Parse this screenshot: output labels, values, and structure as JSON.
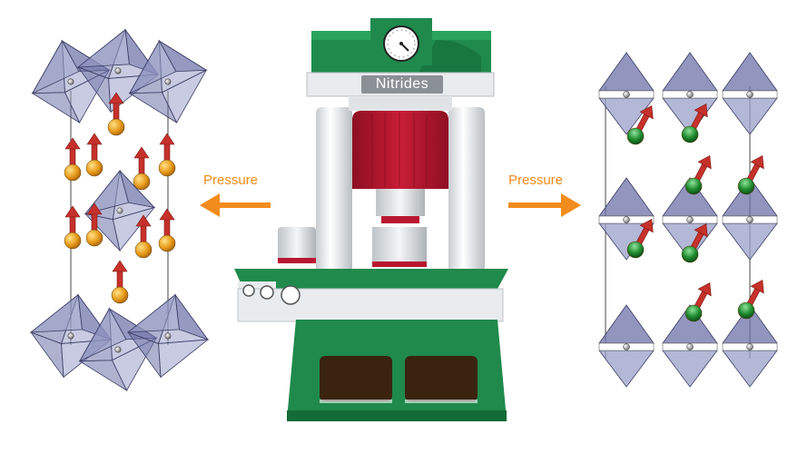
{
  "press": {
    "label": "Nitrides"
  },
  "arrows": {
    "left_label": "Pressure",
    "right_label": "Pressure"
  },
  "icons": {
    "gauge": "pressure-gauge-icon",
    "press": "hydraulic-press-icon"
  },
  "colors": {
    "press_green": "#1f8a4c",
    "press_dark_green": "#136b37",
    "piston_red": "#b8172f",
    "arrow_orange": "#f28c1c",
    "octahedron_fill": "#9aa0c8",
    "octahedron_dark": "#6d72a8",
    "atom_orange": "#e89b1a",
    "atom_green": "#1e8a2e",
    "spin_arrow": "#c6312b",
    "cabinet_window": "#3a2410"
  }
}
